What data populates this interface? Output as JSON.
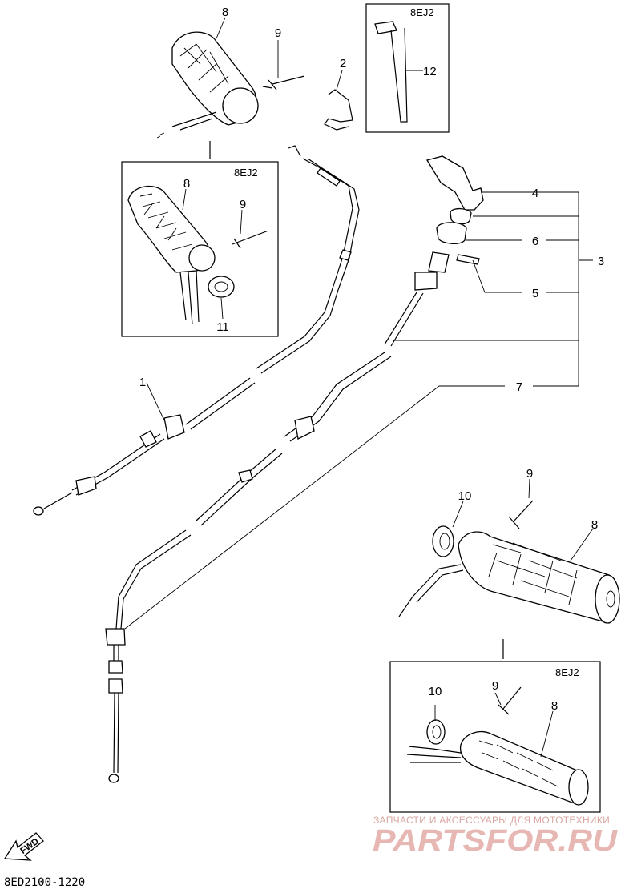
{
  "diagram_code": "8ED2100-1220",
  "variant_tag": "8EJ2",
  "callouts": {
    "c1": "1",
    "c2": "2",
    "c3": "3",
    "c4": "4",
    "c5": "5",
    "c6": "6",
    "c7": "7",
    "c8": "8",
    "c9": "9",
    "c10": "10",
    "c11": "11",
    "c12": "12"
  },
  "fwd_label": "FWD",
  "watermark": {
    "subtitle": "ЗАПЧАСТИ И АКСЕССУАРЫ ДЛЯ МОТОТЕХНИКИ",
    "brand": "PARTSFOR.RU"
  },
  "icons": [
    "fwd-arrow-icon"
  ],
  "colors": {
    "line": "#000000",
    "watermark": "#e7b8b3"
  }
}
